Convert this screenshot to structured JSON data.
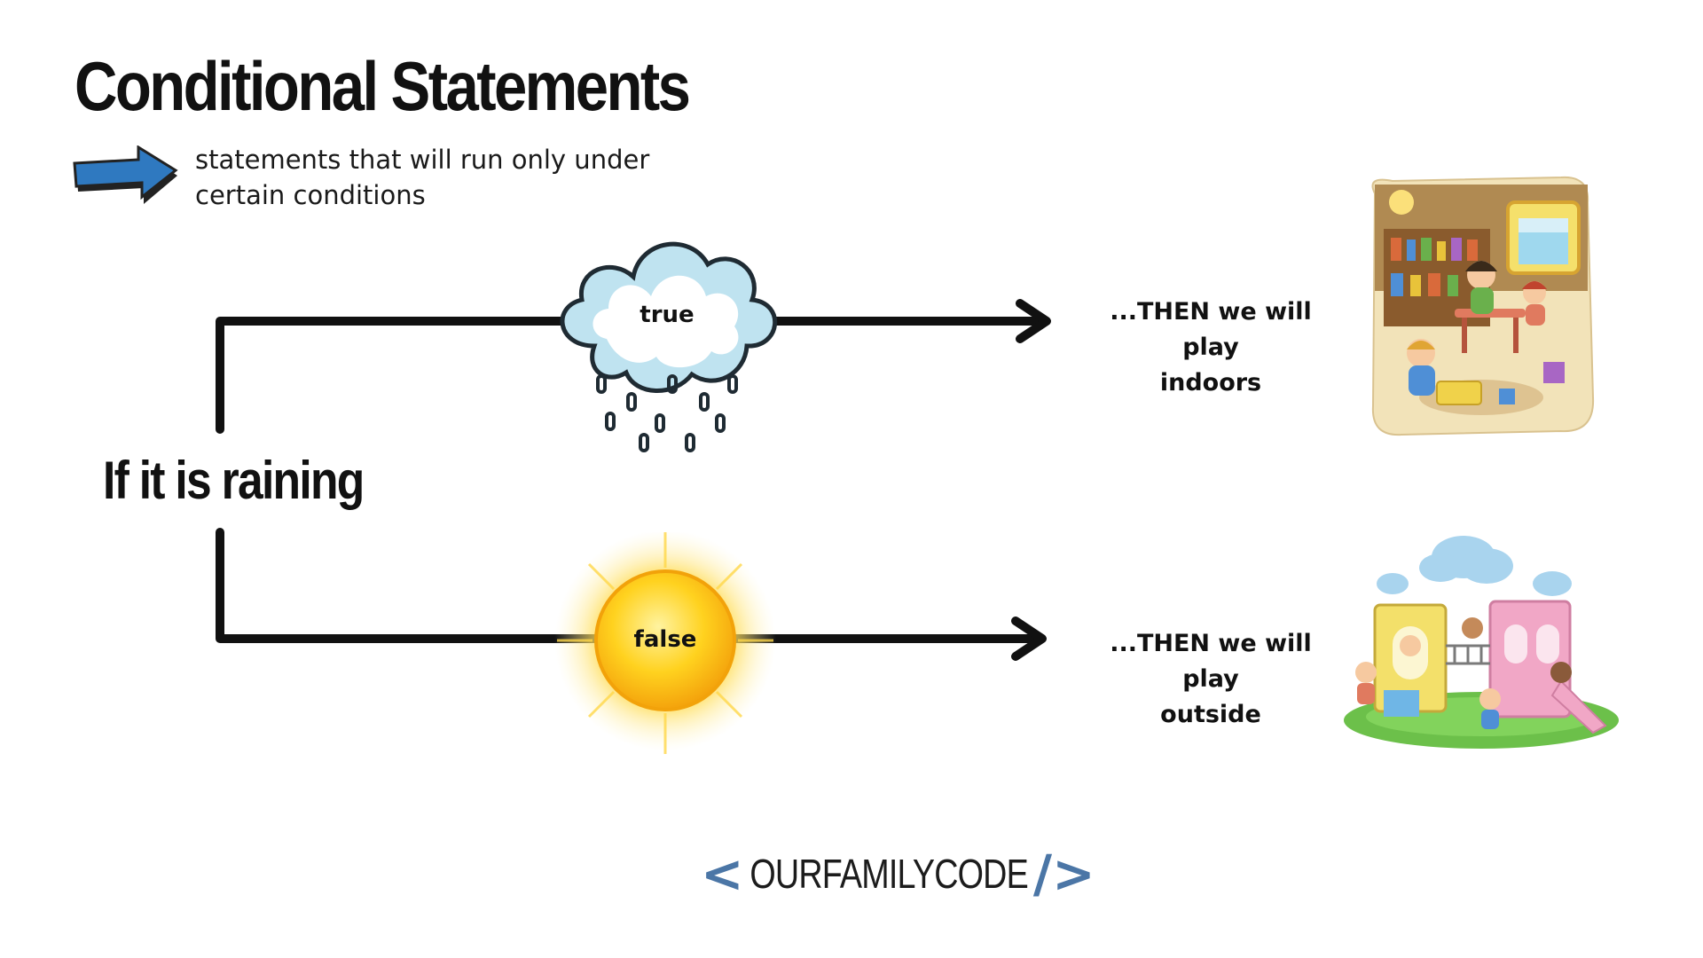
{
  "title": "Conditional Statements",
  "subtitle": "statements that will run only under certain conditions",
  "condition": "If it is raining",
  "branches": {
    "true": {
      "label": "true",
      "result_line1": "...THEN we will play",
      "result_line2": "indoors"
    },
    "false": {
      "label": "false",
      "result_line1": "...THEN we will play",
      "result_line2": "outside"
    }
  },
  "logo": {
    "left": "<",
    "text": "OURFAMILYCODE",
    "right": "/>"
  },
  "icons": [
    "blue-arrow-icon",
    "rain-cloud-icon",
    "sun-icon",
    "indoor-playroom-illustration",
    "playground-illustration"
  ],
  "colors": {
    "arrow_blue": "#2f79c0",
    "cloud_blue": "#bfe3f0",
    "sun_yellow": "#ffd21f",
    "logo_blue": "#4b76a6"
  }
}
